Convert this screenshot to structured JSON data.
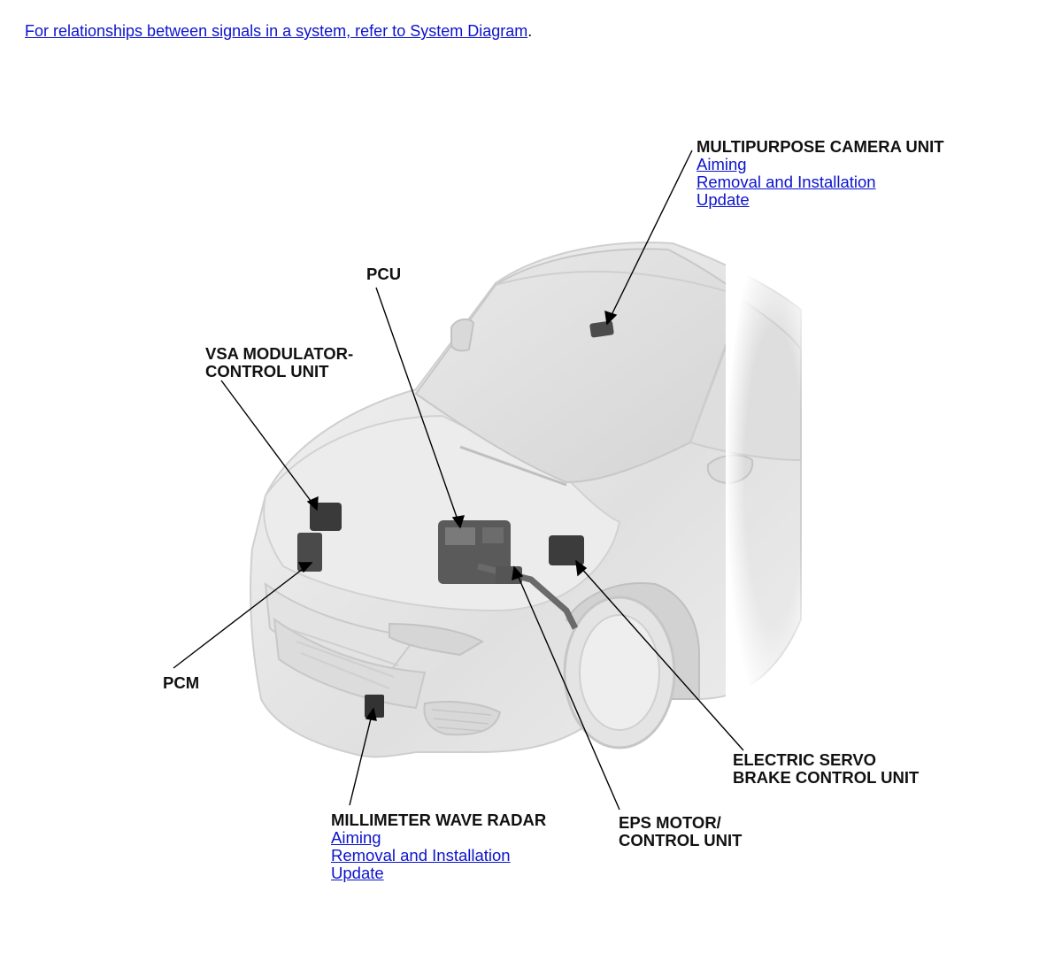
{
  "intro": {
    "prefix": "For relationships between signals in a system, refer to System Diagram",
    "suffix": "."
  },
  "components": {
    "camera": {
      "title": "MULTIPURPOSE CAMERA UNIT",
      "links": [
        "Aiming",
        "Removal and Installation",
        "Update"
      ]
    },
    "pcu": {
      "title": "PCU"
    },
    "vsa": {
      "title_line1": "VSA MODULATOR-",
      "title_line2": "CONTROL UNIT"
    },
    "pcm": {
      "title": "PCM"
    },
    "servo": {
      "title_line1": "ELECTRIC SERVO",
      "title_line2": "BRAKE CONTROL UNIT"
    },
    "eps": {
      "title_line1": "EPS MOTOR/",
      "title_line2": "CONTROL UNIT"
    },
    "radar": {
      "title": "MILLIMETER WAVE RADAR",
      "links": [
        "Aiming",
        "Removal and Installation",
        "Update"
      ]
    }
  },
  "colors": {
    "link": "#0b13cc",
    "text": "#111111",
    "car_body": "#e6e6e6",
    "component": "#3a3a3a"
  }
}
